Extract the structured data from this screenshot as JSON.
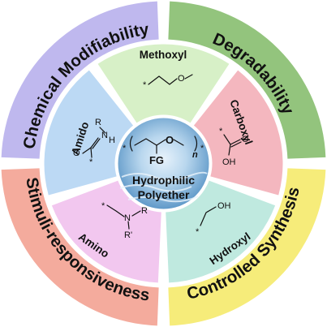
{
  "diagram": {
    "outer_ring": [
      {
        "label": "Chemical Modifiability",
        "color": "#bfb8ee"
      },
      {
        "label": "Degradability",
        "color": "#93c47d"
      },
      {
        "label": "Controlled Synthesis",
        "color": "#f6ec7a"
      },
      {
        "label": "Stimuli-responsiveness",
        "color": "#f4ab9d"
      }
    ],
    "inner_ring": [
      {
        "label": "Methoxyl",
        "color": "#d7f0c7"
      },
      {
        "label": "Carboxyl",
        "color": "#f4b7bf"
      },
      {
        "label": "Hydroxyl",
        "color": "#bfe9df"
      },
      {
        "label": "Amino",
        "color": "#f2c7ef"
      },
      {
        "label": "Amido",
        "color": "#bcd9f4"
      }
    ],
    "center": {
      "group": "FG",
      "subscript": "n",
      "oxygen": "O",
      "line1": "Hydrophilic",
      "line2": "Polyether"
    },
    "chem_labels": {
      "star": "*",
      "oxygen": "O",
      "hydroxyl": "OH",
      "nitrogen": "N",
      "hydrogen": "H",
      "r": "R",
      "r_prime": "R'"
    }
  }
}
